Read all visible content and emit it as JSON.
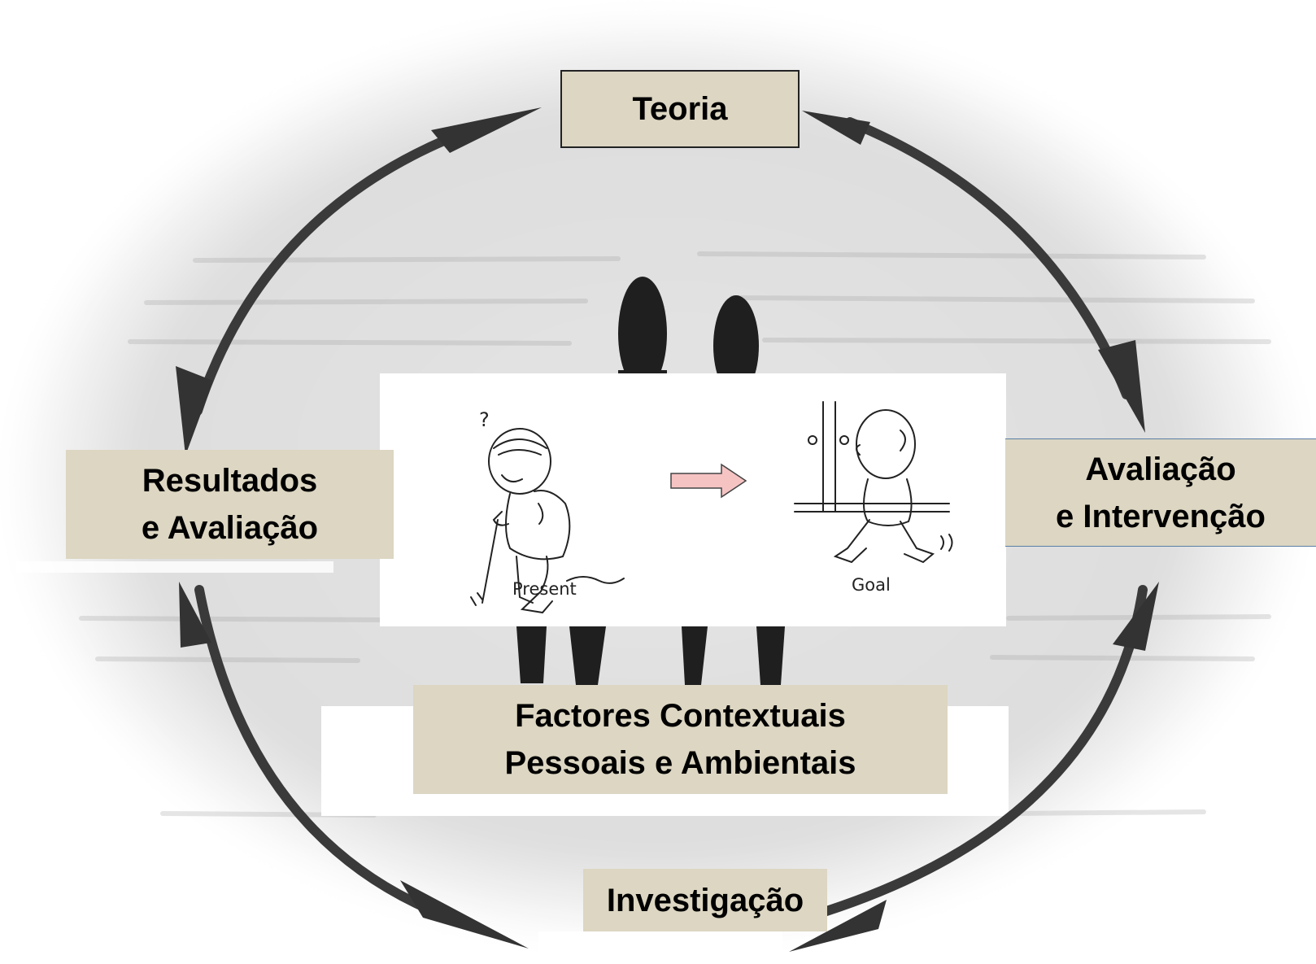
{
  "diagram": {
    "nodes": {
      "top": "Teoria",
      "left": [
        "Resultados",
        "e Avaliação"
      ],
      "right": [
        "Avaliação",
        "e Intervenção"
      ],
      "center": [
        "Factores Contextuais",
        "Pessoais e Ambientais"
      ],
      "bottom": "Investigação"
    },
    "figure": {
      "present_label": "Present",
      "goal_label": "Goal"
    }
  },
  "colors": {
    "box_fill": "#dcd6c2",
    "arrow": "#3a3a3a",
    "panel_arrow": "#f6c3c3"
  },
  "icons": [
    "curved-double-arrow-icon",
    "elderly-with-cane-icon",
    "walking-person-icon",
    "right-arrow-icon"
  ]
}
